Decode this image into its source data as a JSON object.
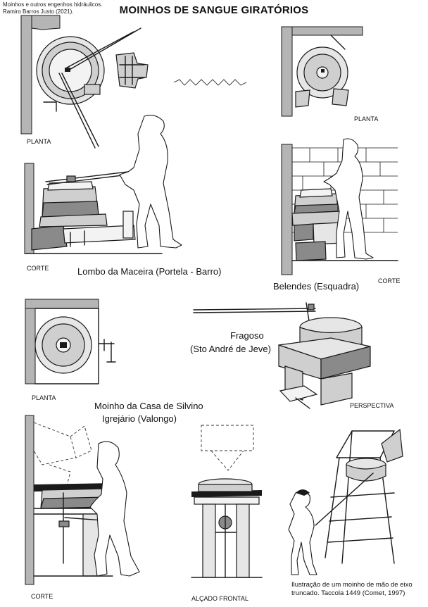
{
  "credit": {
    "line1": "Moinhos e outros engenhos hidráulicos.",
    "line2": "Ramiro Barros Justo (2021)."
  },
  "title": "MOINHOS DE SANGUE GIRATÓRIOS",
  "labels": {
    "planta_top_left": "PLANTA",
    "corte_top_left": "CORTE",
    "lombo": "Lombo da Maceira (Portela - Barro)",
    "planta_top_right": "PLANTA",
    "belendes": "Belendes (Esquadra)",
    "corte_top_right": "CORTE",
    "fragoso_1": "Fragoso",
    "fragoso_2": "(Sto André de Jeve)",
    "planta_mid": "PLANTA",
    "perspectiva": "PERSPECTIVA",
    "silvino_1": "Moinho da Casa de Silvino",
    "silvino_2": "Igrejário (Valongo)",
    "corte_bottom": "CORTE",
    "alcado": "ALÇADO FRONTAL",
    "taccola_1": "Ilustração de um moinho de mão de eixo",
    "taccola_2": "truncado.  Taccola 1449 (Comet, 1997)"
  }
}
